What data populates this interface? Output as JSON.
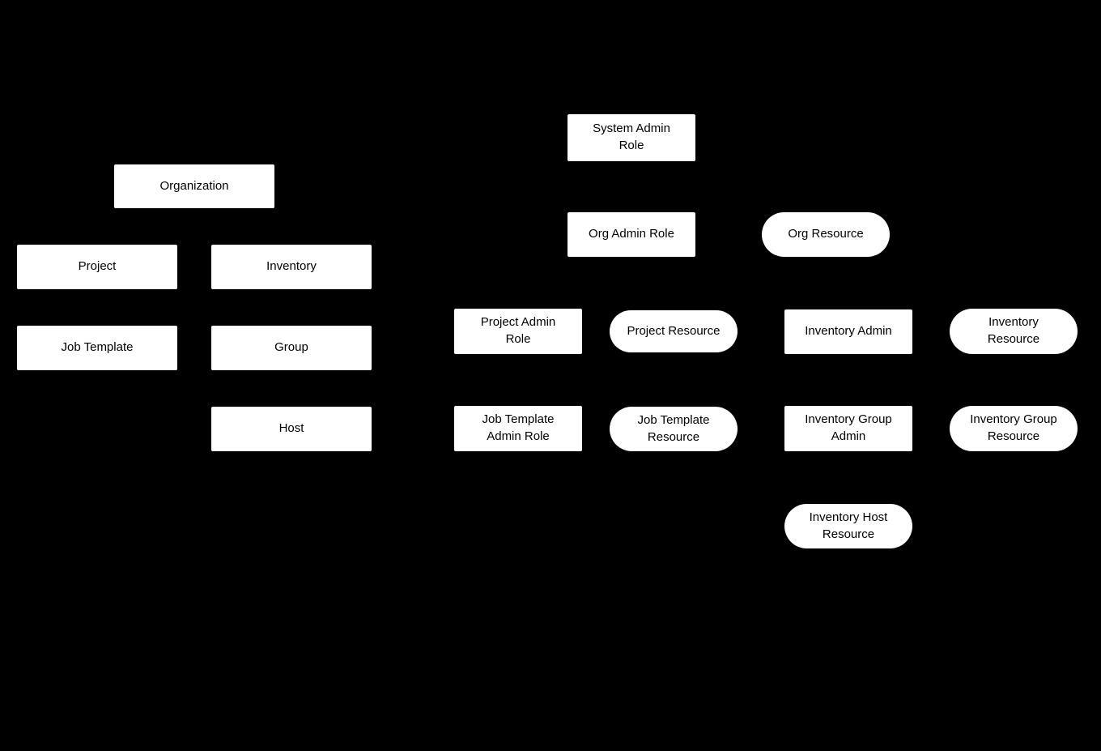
{
  "diagram": {
    "colors": {
      "background": "#000000",
      "node_fill": "#ffffff",
      "node_text": "#000000"
    },
    "object_hierarchy": {
      "organization": {
        "label": "Organization",
        "shape": "rect"
      },
      "project": {
        "label": "Project",
        "shape": "rect"
      },
      "inventory": {
        "label": "Inventory",
        "shape": "rect"
      },
      "job_template": {
        "label": "Job Template",
        "shape": "rect"
      },
      "group": {
        "label": "Group",
        "shape": "rect"
      },
      "host": {
        "label": "Host",
        "shape": "rect"
      }
    },
    "role_hierarchy": {
      "system_admin_role": {
        "label": "System Admin Role",
        "shape": "rect"
      },
      "org_admin_role": {
        "label": "Org Admin Role",
        "shape": "rect"
      },
      "org_resource": {
        "label": "Org Resource",
        "shape": "pill"
      },
      "project_admin_role": {
        "label": "Project Admin Role",
        "shape": "rect"
      },
      "project_resource": {
        "label": "Project Resource",
        "shape": "pill"
      },
      "inventory_admin": {
        "label": "Inventory Admin",
        "shape": "rect"
      },
      "inventory_resource": {
        "label": "Inventory Resource",
        "shape": "pill"
      },
      "job_template_admin_role": {
        "label": "Job Template Admin Role",
        "shape": "rect"
      },
      "job_template_resource": {
        "label": "Job Template Resource",
        "shape": "pill"
      },
      "inventory_group_admin": {
        "label": "Inventory Group Admin",
        "shape": "rect"
      },
      "inventory_group_resource": {
        "label": "Inventory Group Resource",
        "shape": "pill"
      },
      "inventory_host_resource": {
        "label": "Inventory Host Resource",
        "shape": "pill"
      }
    }
  }
}
